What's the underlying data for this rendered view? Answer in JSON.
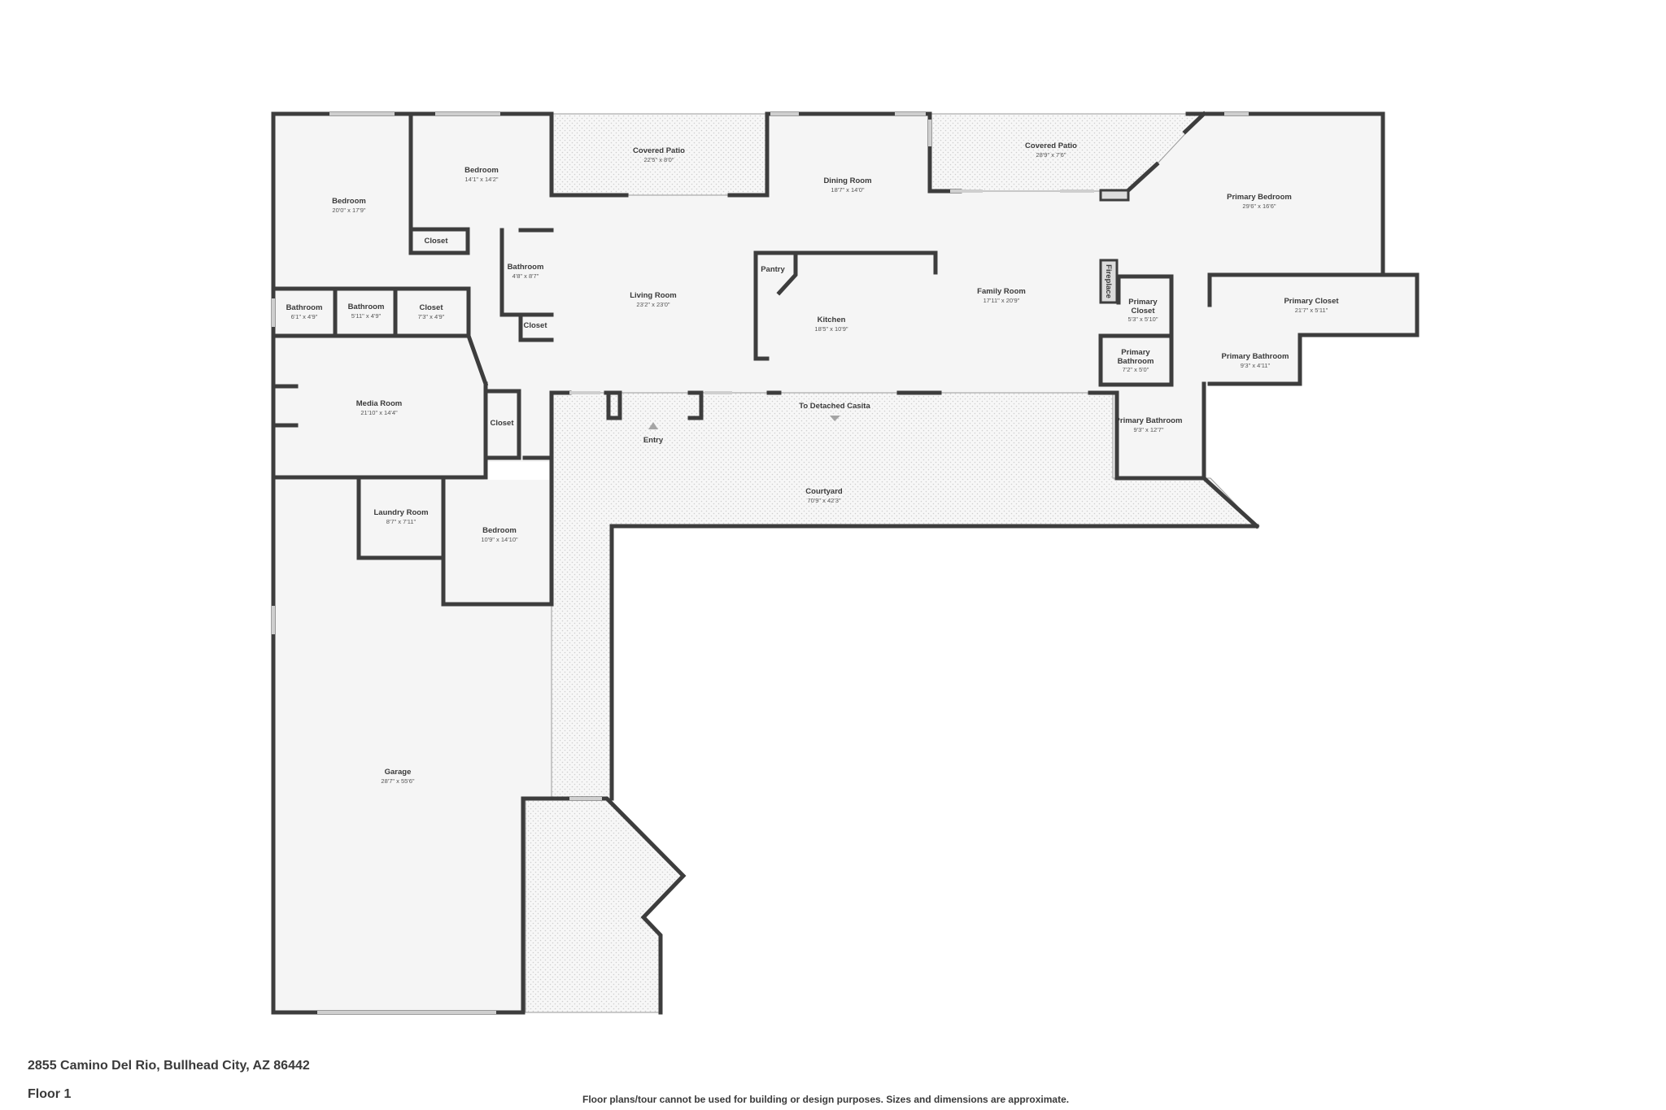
{
  "address": "2855 Camino Del Rio, Bullhead City, AZ 86442",
  "floor": "Floor 1",
  "disclaimer": "Floor plans/tour cannot be used for building or design purposes. Sizes and dimensions are approximate.",
  "labels": {
    "entry": "Entry",
    "to_casita": "To Detached Casita",
    "fireplace": "Fireplace"
  },
  "rooms": {
    "bedroom_nw": {
      "name": "Bedroom",
      "dims": "20'0\" x 17'9\""
    },
    "bedroom_n": {
      "name": "Bedroom",
      "dims": "14'1\" x 14'2\""
    },
    "covered_patio_w": {
      "name": "Covered Patio",
      "dims": "22'5\" x 8'0\""
    },
    "dining_room": {
      "name": "Dining Room",
      "dims": "18'7\" x 14'0\""
    },
    "covered_patio_e": {
      "name": "Covered Patio",
      "dims": "28'9\" x 7'6\""
    },
    "primary_bedroom": {
      "name": "Primary Bedroom",
      "dims": "29'6\" x 16'6\""
    },
    "closet_n": {
      "name": "Closet"
    },
    "bathroom_hall": {
      "name": "Bathroom",
      "dims": "4'8\" x 8'7\""
    },
    "living_room": {
      "name": "Living Room",
      "dims": "23'2\" x 23'0\""
    },
    "pantry": {
      "name": "Pantry"
    },
    "family_room": {
      "name": "Family Room",
      "dims": "17'11\" x 20'9\""
    },
    "kitchen": {
      "name": "Kitchen",
      "dims": "18'5\" x 10'9\""
    },
    "primary_closet_small_line1": {
      "name": "Primary"
    },
    "primary_closet_small_line2": {
      "name": "Closet",
      "dims": "5'3\" x 5'10\""
    },
    "primary_closet": {
      "name": "Primary Closet",
      "dims": "21'7\" x 5'11\""
    },
    "bathroom_a": {
      "name": "Bathroom",
      "dims": "6'1\" x 4'9\""
    },
    "bathroom_b": {
      "name": "Bathroom",
      "dims": "5'11\" x 4'9\""
    },
    "closet_w": {
      "name": "Closet",
      "dims": "7'3\" x 4'9\""
    },
    "closet_hall": {
      "name": "Closet"
    },
    "primary_bathroom_small_line1": {
      "name": "Primary"
    },
    "primary_bathroom_small_line2": {
      "name": "Bathroom",
      "dims": "7'2\" x 5'0\""
    },
    "primary_bathroom_e": {
      "name": "Primary Bathroom",
      "dims": "9'3\" x 4'11\""
    },
    "media_room": {
      "name": "Media Room",
      "dims": "21'10\" x 14'4\""
    },
    "closet_media": {
      "name": "Closet"
    },
    "primary_bathroom": {
      "name": "Primary Bathroom",
      "dims": "9'3\" x 12'7\""
    },
    "courtyard": {
      "name": "Courtyard",
      "dims": "70'9\" x 42'3\""
    },
    "laundry_room": {
      "name": "Laundry Room",
      "dims": "8'7\" x 7'11\""
    },
    "bedroom_s": {
      "name": "Bedroom",
      "dims": "10'9\" x 14'10\""
    },
    "garage": {
      "name": "Garage",
      "dims": "28'7\" x 55'6\""
    }
  }
}
